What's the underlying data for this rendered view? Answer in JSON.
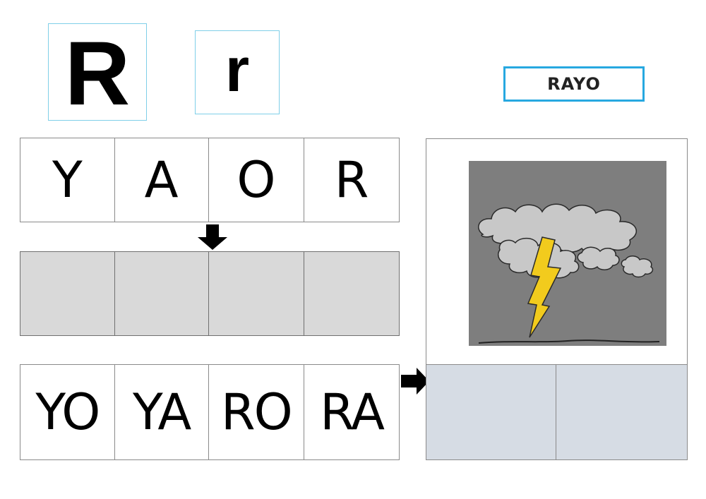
{
  "letters": {
    "upper": "R",
    "lower": "r"
  },
  "word": "RAYO",
  "letter_tiles": [
    "Y",
    "A",
    "O",
    "R"
  ],
  "syllable_tiles": [
    "YO",
    "YA",
    "RO",
    "RA"
  ],
  "picture": {
    "icon": "lightning-storm-icon"
  },
  "colors": {
    "word_border": "#27a8e0",
    "letter_card_border": "#7fcfe8",
    "drop_zone": "#d9d9d9",
    "answer_zone": "#d6dce4",
    "bolt": "#f2cb1d"
  }
}
